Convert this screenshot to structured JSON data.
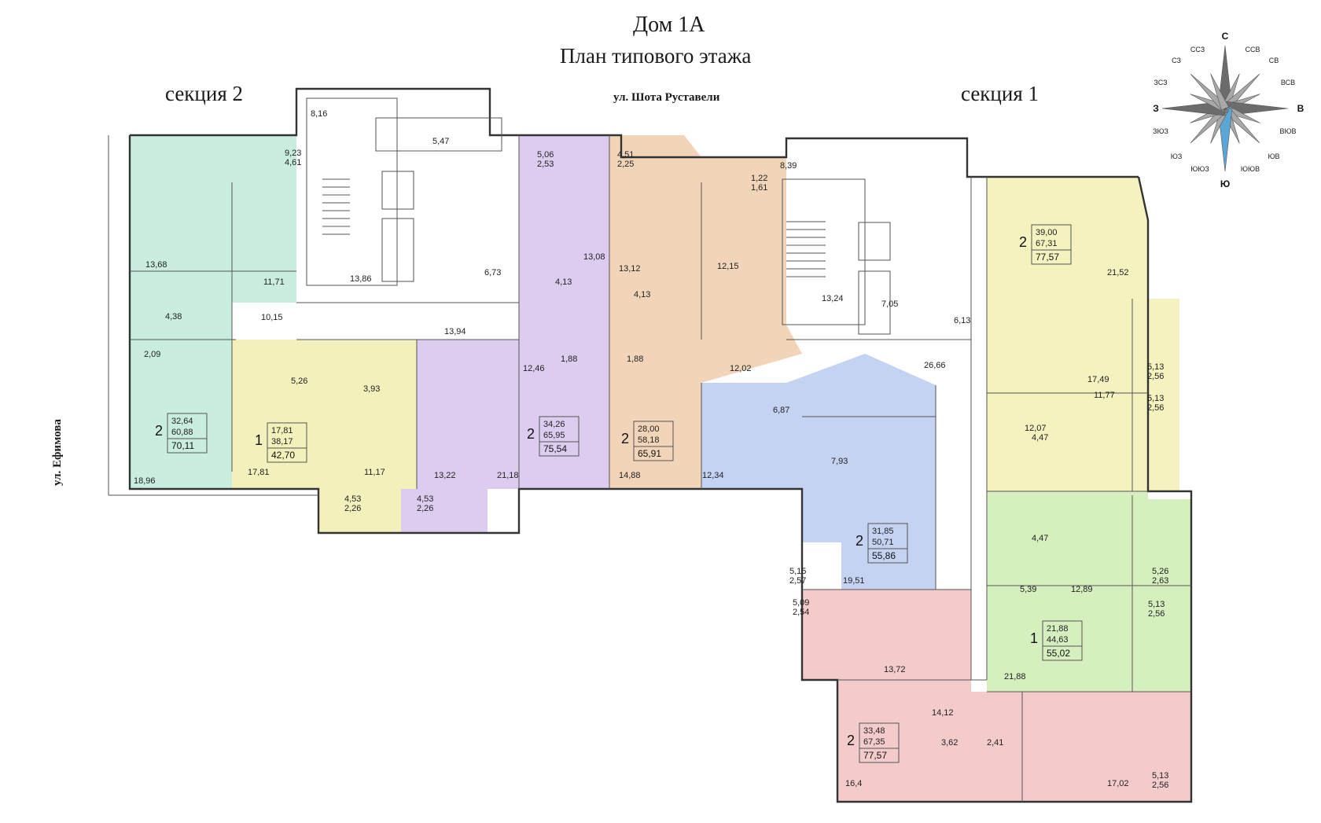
{
  "header": {
    "title": "Дом 1А",
    "subtitle": "План типового этажа"
  },
  "labels": {
    "section2": "секция 2",
    "section1": "секция 1",
    "street_north": "ул. Шота Руставели",
    "street_west": "ул. Ефимова"
  },
  "compass": {
    "N": "С",
    "S": "Ю",
    "E": "В",
    "W": "З",
    "NNW": "ССЗ",
    "NNE": "ССВ",
    "NW": "СЗ",
    "NE": "СВ",
    "WNW": "ЗСЗ",
    "ENE": "ВСВ",
    "WSW": "ЗЮЗ",
    "ESE": "ВЮВ",
    "SW": "ЮЗ",
    "SE": "ЮВ",
    "SSW": "ЮЮЗ",
    "SSE": "ЮЮВ"
  },
  "colors": {
    "teal": "#c9eddf",
    "yellow": "#f3f1bb",
    "purple": "#dccdf0",
    "orange": "#f2d5b8",
    "blue": "#c4d3f2",
    "lightyellow": "#f4f2bf",
    "green": "#d6efbf",
    "pink": "#f3cbcb"
  },
  "apartments": [
    {
      "rooms": "2",
      "living": "32,64",
      "total_living": "60,88",
      "total": "70,11"
    },
    {
      "rooms": "1",
      "living": "17,81",
      "total_living": "38,17",
      "total": "42,70"
    },
    {
      "rooms": "2",
      "living": "34,26",
      "total_living": "65,95",
      "total": "75,54"
    },
    {
      "rooms": "2",
      "living": "28,00",
      "total_living": "58,18",
      "total": "65,91"
    },
    {
      "rooms": "2",
      "living": "31,85",
      "total_living": "50,71",
      "total": "55,86"
    },
    {
      "rooms": "2",
      "living": "39,00",
      "total_living": "67,31",
      "total": "77,57"
    },
    {
      "rooms": "1",
      "living": "21,88",
      "total_living": "44,63",
      "total": "55,02"
    },
    {
      "rooms": "2",
      "living": "33,48",
      "total_living": "67,35",
      "total": "77,57"
    }
  ],
  "room_areas": [
    "9,23",
    "4,61",
    "13,68",
    "11,71",
    "4,38",
    "10,15",
    "2,09",
    "18,96",
    "8,16",
    "5,47",
    "13,86",
    "6,73",
    "13,94",
    "5,26",
    "3,93",
    "17,81",
    "11,17",
    "4,53",
    "2,26",
    "4,53",
    "2,26",
    "5,06",
    "2,53",
    "13,08",
    "4,13",
    "12,46",
    "1,88",
    "13,22",
    "21,18",
    "4,51",
    "2,25",
    "1,22",
    "1,61",
    "13,12",
    "4,13",
    "12,15",
    "1,88",
    "12,02",
    "14,88",
    "8,39",
    "13,24",
    "7,05",
    "6,13",
    "6,87",
    "26,66",
    "7,93",
    "12,34",
    "5,15",
    "2,57",
    "19,51",
    "21,52",
    "17,49",
    "5,13",
    "2,56",
    "11,77",
    "5,13",
    "2,56",
    "12,07",
    "4,47",
    "4,47",
    "5,39",
    "12,89",
    "5,26",
    "2,63",
    "5,13",
    "2,56",
    "21,88",
    "5,09",
    "2,54",
    "13,72",
    "14,12",
    "3,62",
    "2,41",
    "16,4",
    "17,02",
    "5,13",
    "2,56"
  ]
}
